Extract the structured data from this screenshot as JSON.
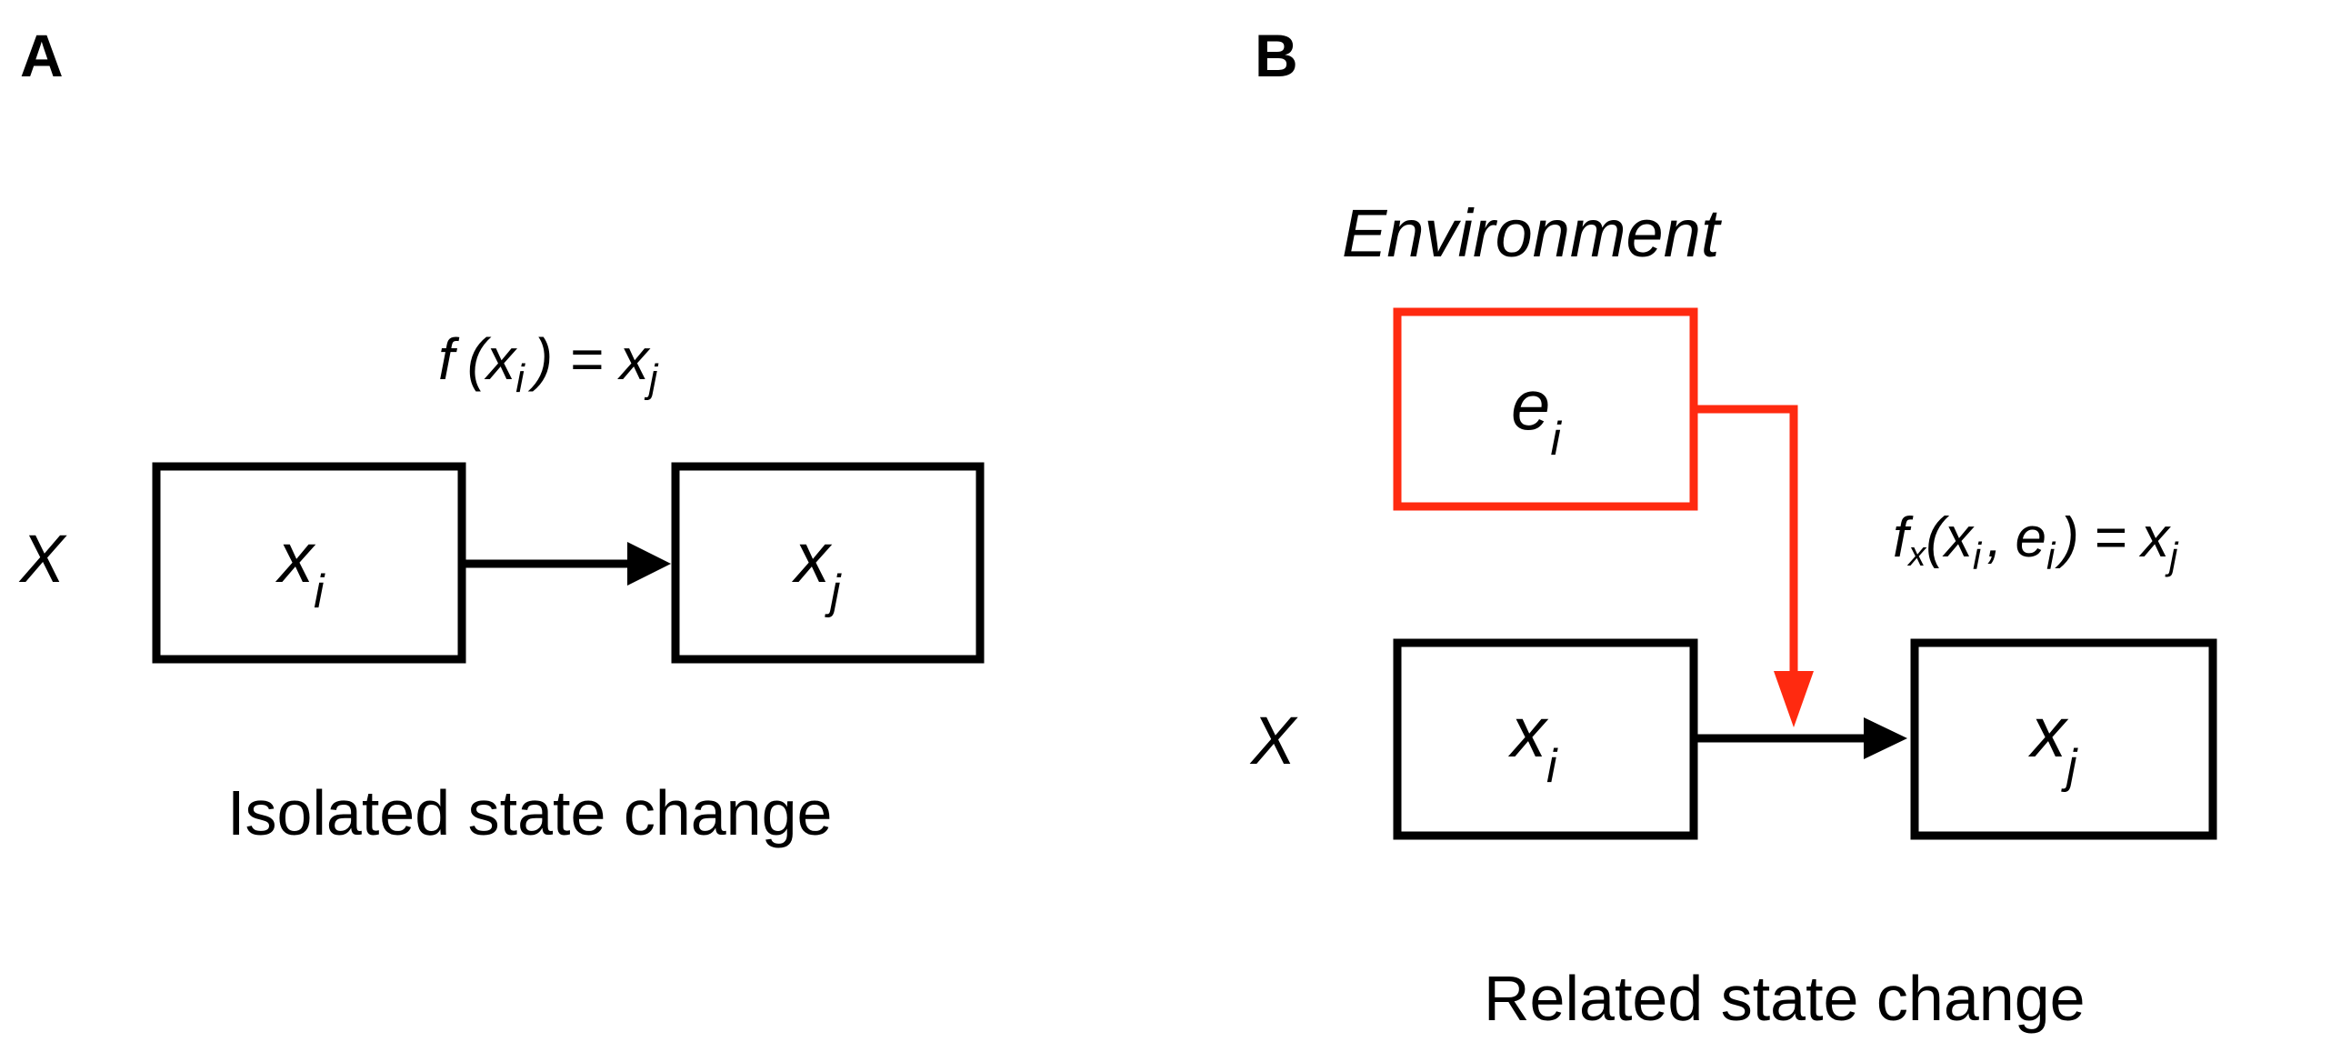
{
  "panel_a": {
    "letter": "A",
    "variable": "X",
    "formula": {
      "f": "f",
      "open": "(",
      "x": "x",
      "sub_i": "i",
      "close": ")",
      "eq": "=",
      "rx": "x",
      "sub_j": "j"
    },
    "box_left": {
      "main": "x",
      "sub": "i"
    },
    "box_right": {
      "main": "x",
      "sub": "j"
    },
    "caption": "Isolated state change"
  },
  "panel_b": {
    "letter": "B",
    "environment_label": "Environment",
    "env_box": {
      "main": "e",
      "sub": "i"
    },
    "variable": "X",
    "formula": {
      "f": "f",
      "fsub": "x",
      "open": "(",
      "x": "x",
      "sub_i": "i",
      "comma": ",",
      "e": "e",
      "sub_ei": "i",
      "close": ")",
      "eq": "=",
      "rx": "x",
      "sub_j": "j"
    },
    "box_left": {
      "main": "x",
      "sub": "i"
    },
    "box_right": {
      "main": "x",
      "sub": "j"
    },
    "caption": "Related state change"
  },
  "colors": {
    "box_stroke": "#000000",
    "environment_stroke": "#ff2a10"
  }
}
